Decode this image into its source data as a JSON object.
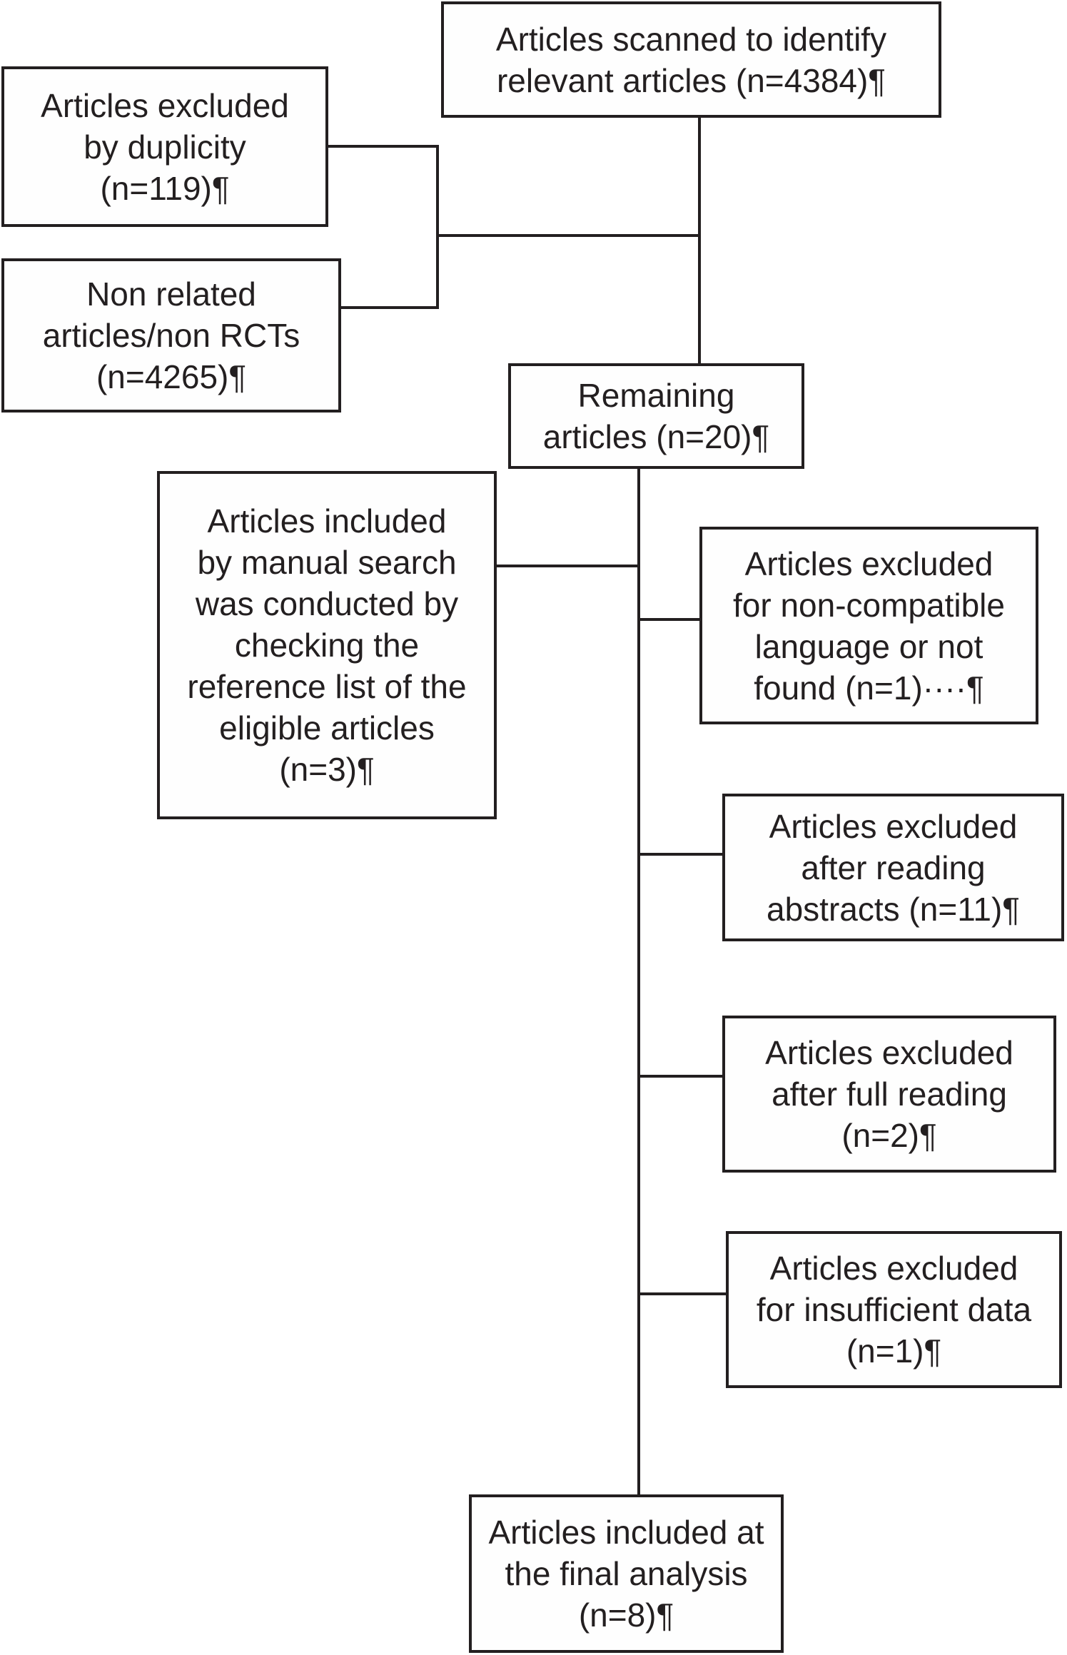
{
  "diagram": {
    "type": "flowchart",
    "ink_color": "#231f20",
    "background_color": "#ffffff",
    "boxes": {
      "scanned": {
        "text": "Articles scanned to identify\nrelevant articles (n=4384)¶"
      },
      "duplicity": {
        "text": "Articles excluded\nby duplicity\n(n=119)¶"
      },
      "nonrelated": {
        "text": "Non related\narticles/non RCTs\n(n=4265)¶"
      },
      "remaining": {
        "text": "Remaining\narticles (n=20)¶"
      },
      "manual": {
        "text": "Articles included\nby manual search\nwas conducted by\nchecking the\nreference list of the\neligible articles\n(n=3)¶"
      },
      "language": {
        "text": "Articles excluded\nfor non-compatible\nlanguage or not\nfound (n=1)····¶"
      },
      "abstracts": {
        "text": "Articles excluded\nafter reading\nabstracts (n=11)¶"
      },
      "fullreading": {
        "text": "Articles excluded\nafter full reading\n(n=2)¶"
      },
      "insufficient": {
        "text": "Articles excluded\nfor insufficient data\n(n=1)¶"
      },
      "final": {
        "text": "Articles included at\nthe final analysis\n(n=8)¶"
      }
    }
  }
}
